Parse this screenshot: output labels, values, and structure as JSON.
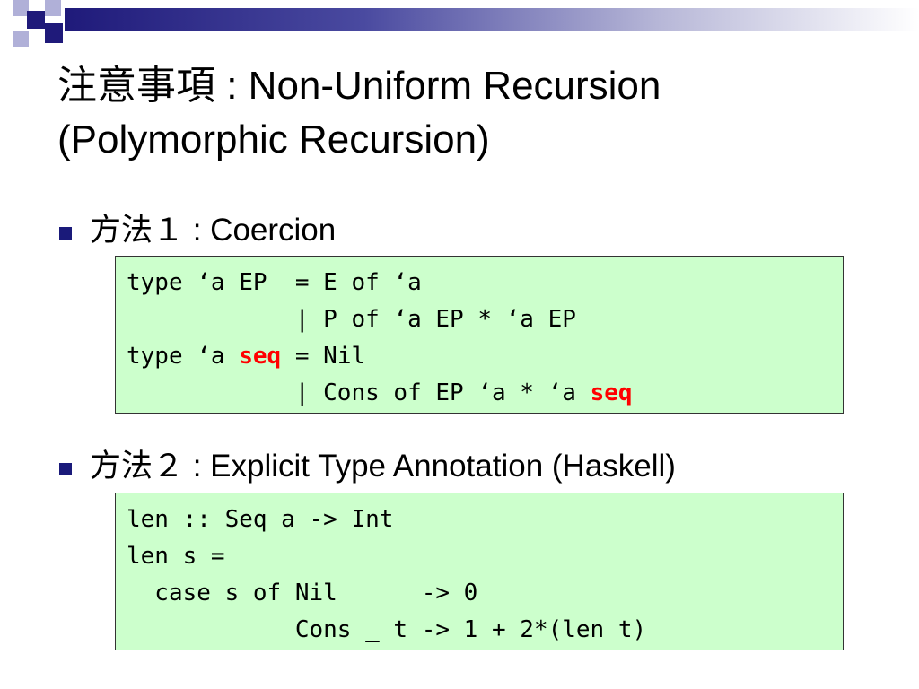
{
  "slide": {
    "title_line1": "注意事項 : Non-Uniform Recursion",
    "title_line2": "(Polymorphic Recursion)",
    "colors": {
      "accent": "#1a1a7a",
      "code_bg": "#ccffcc",
      "highlight": "#ff0000"
    }
  },
  "section1": {
    "heading": "方法１ : Coercion",
    "code": {
      "line1": "type ‘a EP  = E of ‘a",
      "line2": "            | P of ‘a EP * ‘a EP",
      "line3_pre": "type ‘a ",
      "line3_kw": "seq",
      "line3_post": " = Nil",
      "line4_pre": "            | Cons of EP ‘a * ‘a ",
      "line4_kw": "seq"
    }
  },
  "section2": {
    "heading": "方法２ : Explicit Type Annotation (Haskell)",
    "code": {
      "line1": "len :: Seq a -> Int",
      "line2": "len s =",
      "line3": "  case s of Nil      -> 0",
      "line4": "            Cons _ t -> 1 + 2*(len t)"
    }
  }
}
